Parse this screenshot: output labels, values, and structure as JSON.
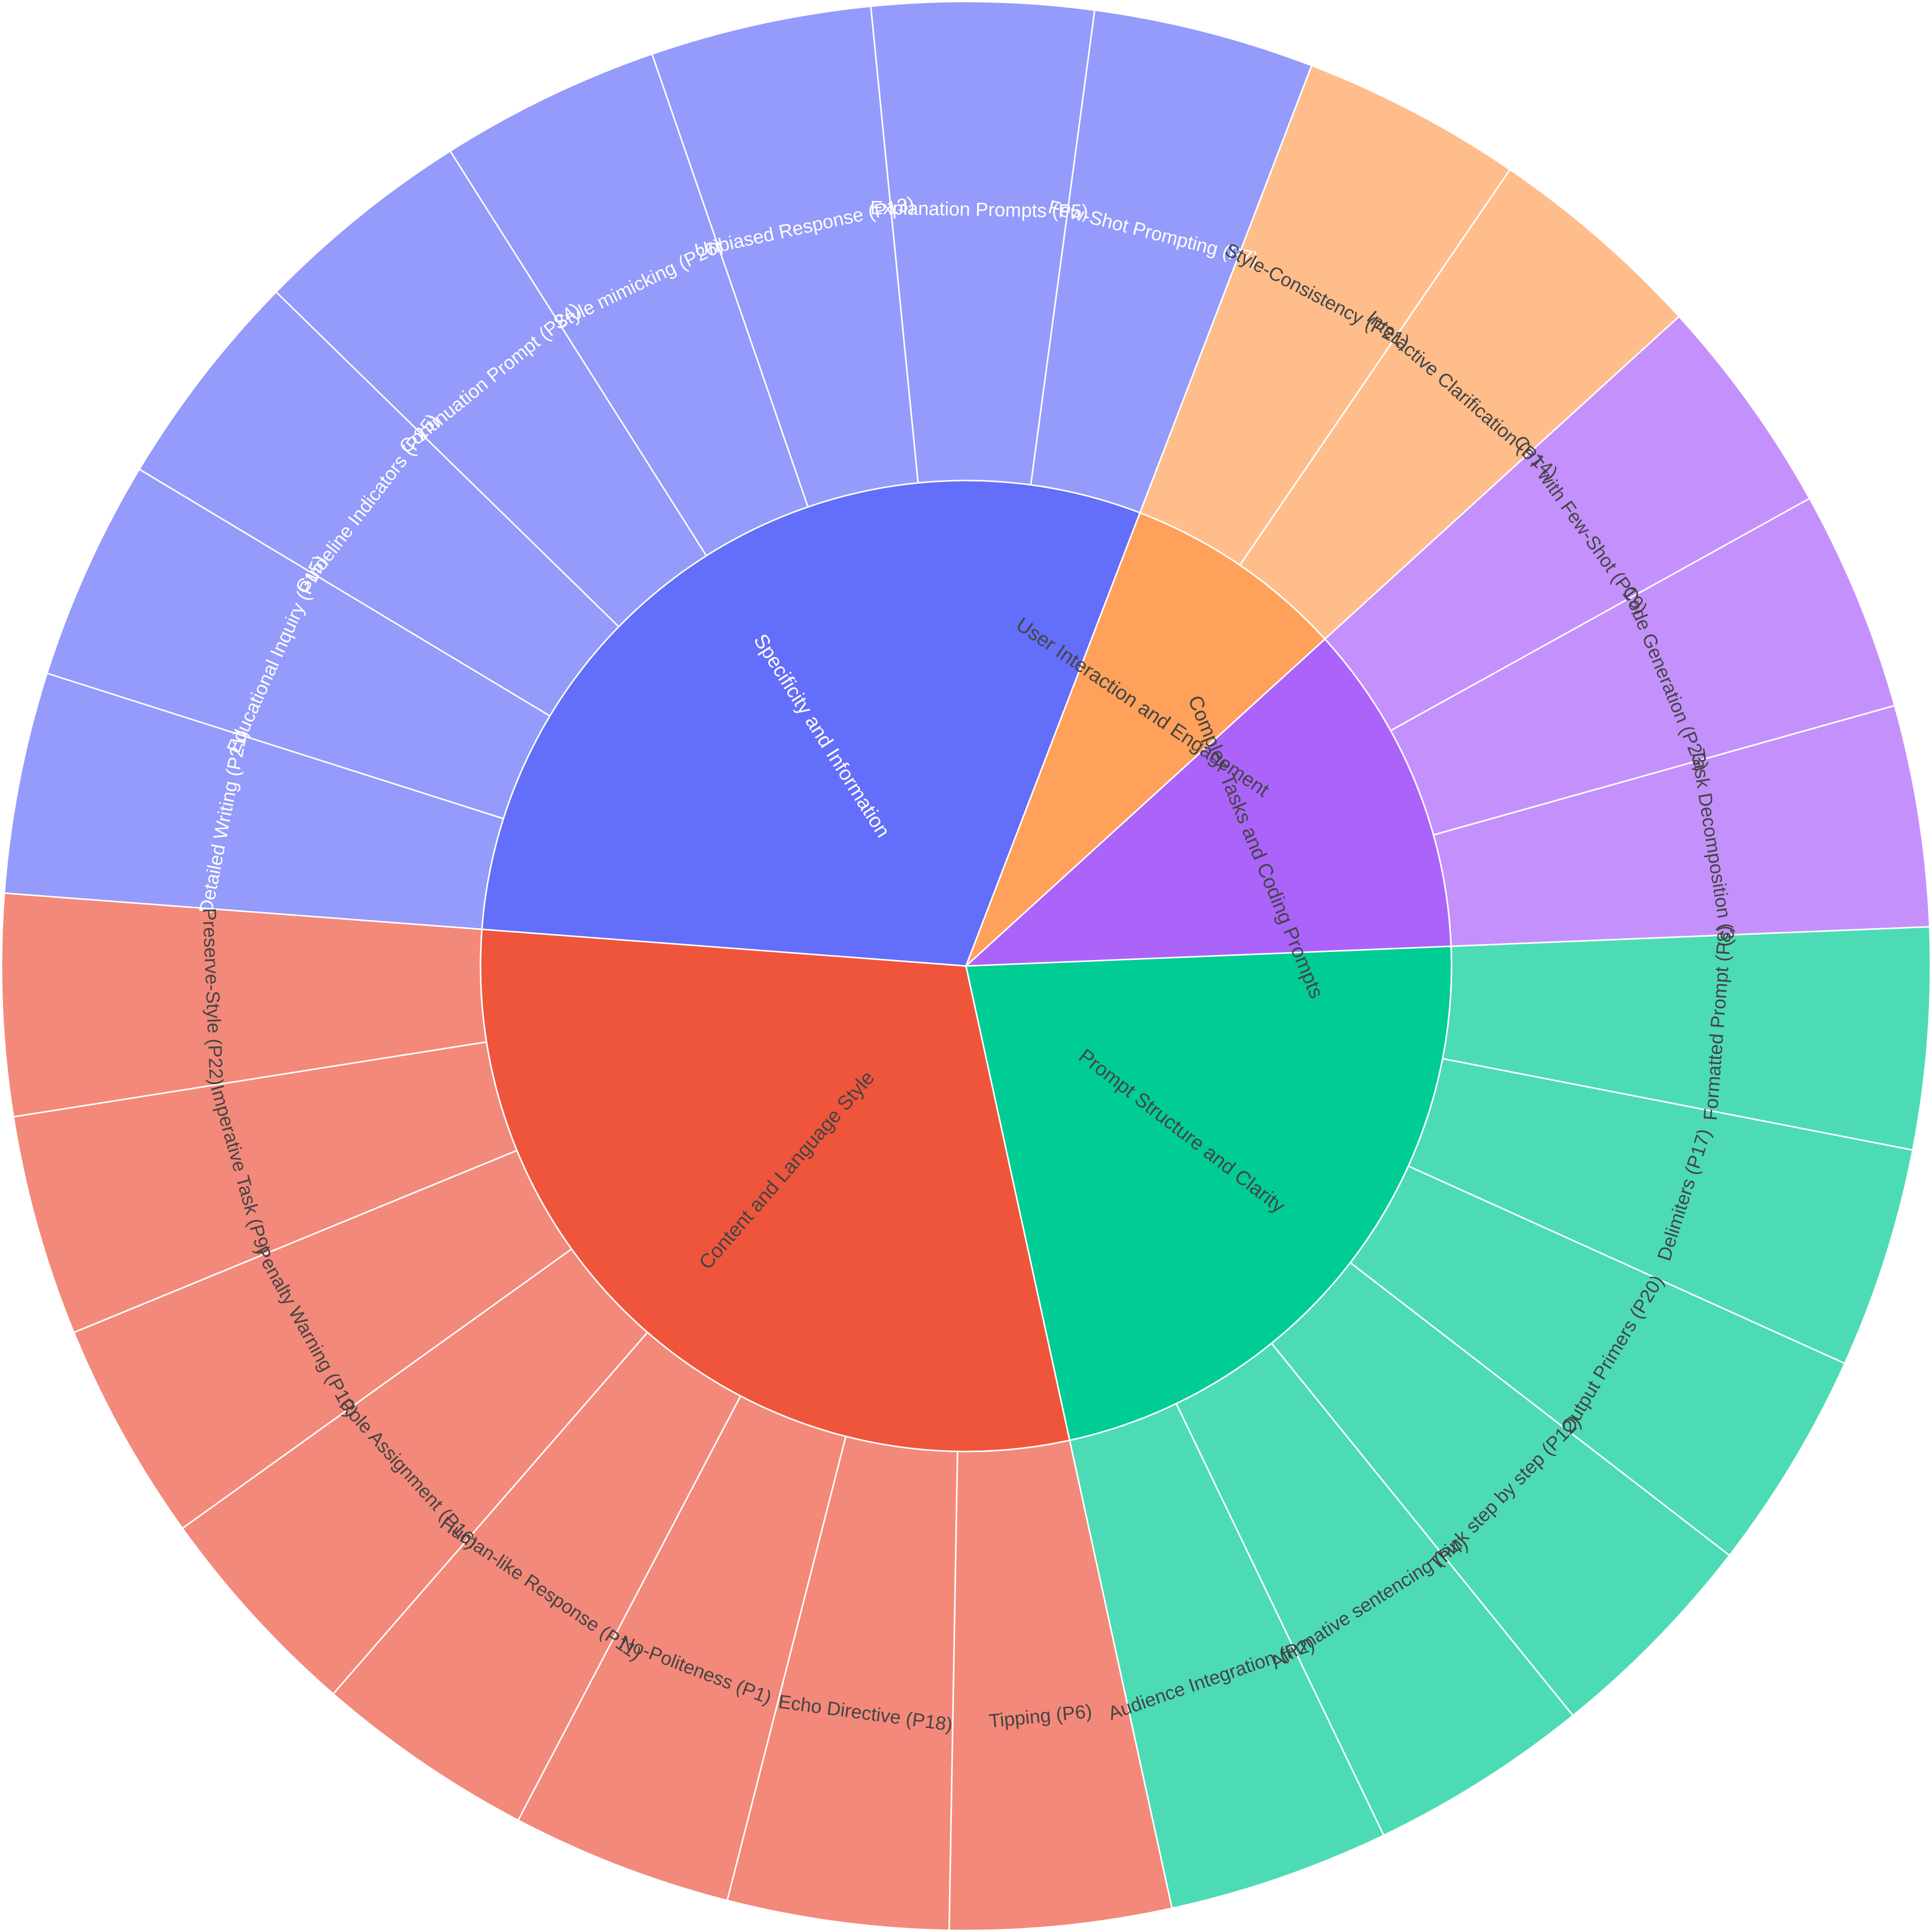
{
  "chart_data": {
    "type": "sunburst",
    "title": "",
    "start_angle_deg": 69,
    "categories": [
      {
        "name": "Specificity and Information",
        "color": "#636efa",
        "leaf_color": "#949bfb",
        "label_color": "#ffffff",
        "children": [
          {
            "name": "Few-Shot Prompting (P7)",
            "value": 1
          },
          {
            "name": "Explanation Prompts (P5)",
            "value": 1
          },
          {
            "name": "Unbiased Response (P13)",
            "value": 1
          },
          {
            "name": "Style mimicking (P26)",
            "value": 1
          },
          {
            "name": "Continuation Prompt (P24)",
            "value": 1
          },
          {
            "name": "Guideline Indicators (P25)",
            "value": 1
          },
          {
            "name": "Educational Inquiry (P15)",
            "value": 1
          },
          {
            "name": "Detailed Writing (P21)",
            "value": 1
          }
        ]
      },
      {
        "name": "Content and Language Style",
        "color": "#ef553b",
        "leaf_color": "#f3897a",
        "label_color": "#444444",
        "children": [
          {
            "name": "Preserve-Style (P22)",
            "value": 1
          },
          {
            "name": "Imperative Task (P9)",
            "value": 1
          },
          {
            "name": "Penalty Warning (P10)",
            "value": 1
          },
          {
            "name": "Role Assignment (P16)",
            "value": 1
          },
          {
            "name": "Human-like Response (P11)",
            "value": 1
          },
          {
            "name": "No-Politeness (P1)",
            "value": 1
          },
          {
            "name": "Echo Directive (P18)",
            "value": 1
          },
          {
            "name": "Tipping (P6)",
            "value": 1
          }
        ]
      },
      {
        "name": "Prompt Structure and Clarity",
        "color": "#00cc96",
        "leaf_color": "#4ddbb6",
        "label_color": "#444444",
        "children": [
          {
            "name": "Audience Integration (P2)",
            "value": 1
          },
          {
            "name": "Affirmative sentencing (P4)",
            "value": 1
          },
          {
            "name": "Think step by step (P12)",
            "value": 1
          },
          {
            "name": "Output Primers (P20)",
            "value": 1
          },
          {
            "name": "Delimiters (P17)",
            "value": 1
          },
          {
            "name": "Formatted Prompt (P8)",
            "value": 1
          }
        ]
      },
      {
        "name": "Complex Tasks and Coding Prompts",
        "color": "#ab63fa",
        "leaf_color": "#c491fc",
        "label_color": "#444444",
        "children": [
          {
            "name": "Task Decomposition (3)",
            "value": 1
          },
          {
            "name": "Code Generation (P23)",
            "value": 1
          },
          {
            "name": "CoT with Few-Shot (P19)",
            "value": 1
          }
        ]
      },
      {
        "name": "User Interaction and Engagement",
        "color": "#ffa15a",
        "leaf_color": "#ffbd8c",
        "label_color": "#444444",
        "children": [
          {
            "name": "Interactive Clarification (P14)",
            "value": 1
          },
          {
            "name": "Style-Consistency (P21)",
            "value": 1
          }
        ]
      }
    ]
  }
}
